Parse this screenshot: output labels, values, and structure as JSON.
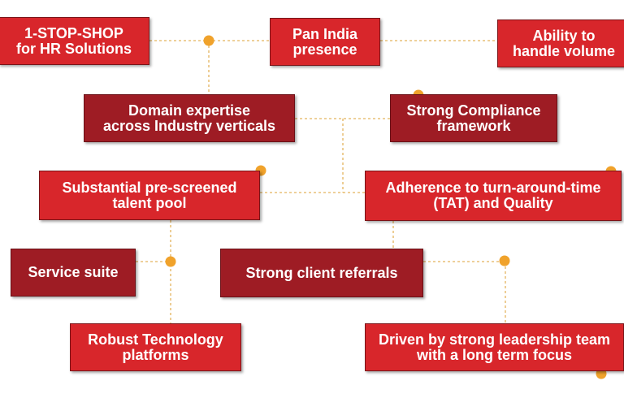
{
  "colors": {
    "box_red": "#d8262b",
    "box_dark_red": "#9e1c24",
    "box_border": "#7a1418",
    "connector": "#e3b45e",
    "dot": "#f0a22b",
    "text": "#ffffff"
  },
  "nodes": {
    "one_stop_shop": "1-STOP-SHOP\nfor HR Solutions",
    "pan_india": "Pan India\npresence",
    "ability_volume": "Ability to\nhandle volume",
    "domain_expertise": "Domain expertise\nacross Industry verticals",
    "compliance": "Strong Compliance\nframework",
    "talent_pool": "Substantial pre-screened\ntalent pool",
    "tat_quality": "Adherence to turn-around-time\n(TAT) and Quality",
    "service_suite": "Service suite",
    "client_referrals": "Strong client referrals",
    "robust_technology": "Robust Technology\nplatforms",
    "leadership": "Driven by strong leadership team\nwith a long term focus"
  }
}
